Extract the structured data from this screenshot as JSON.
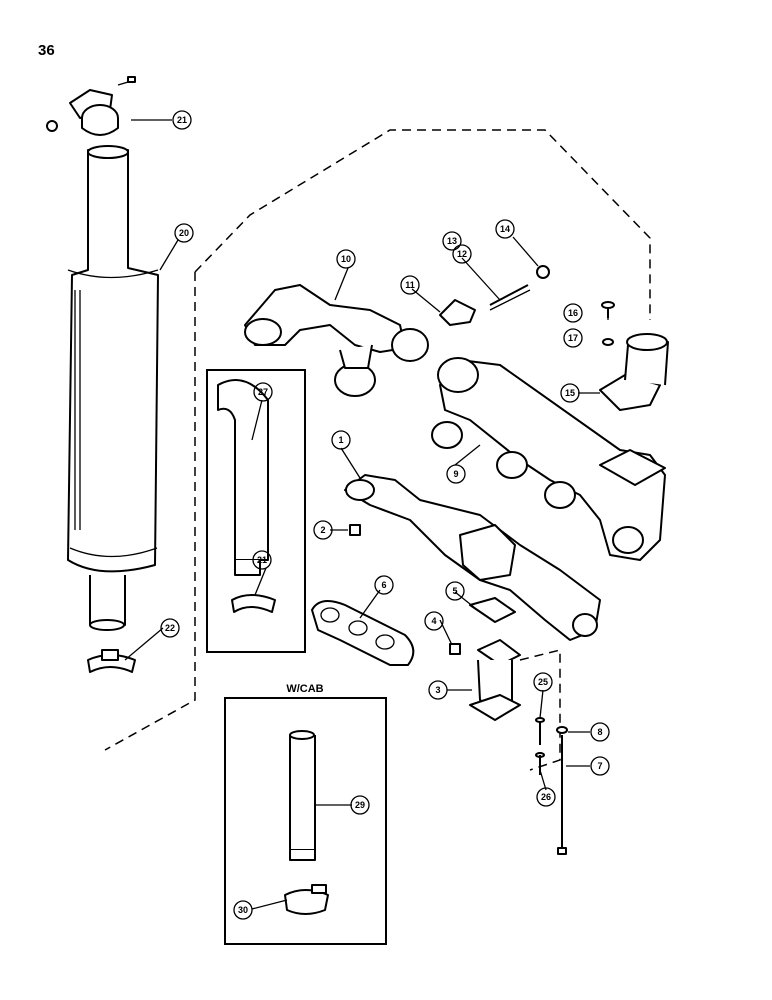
{
  "page_number": "36",
  "cab_box_title": "W/CAB",
  "callouts": [
    "1",
    "2",
    "3",
    "4",
    "5",
    "6",
    "7",
    "8",
    "9",
    "10",
    "11",
    "12",
    "13",
    "14",
    "15",
    "16",
    "17",
    "20",
    "21",
    "21",
    "22",
    "25",
    "26",
    "27",
    "29",
    "30"
  ]
}
